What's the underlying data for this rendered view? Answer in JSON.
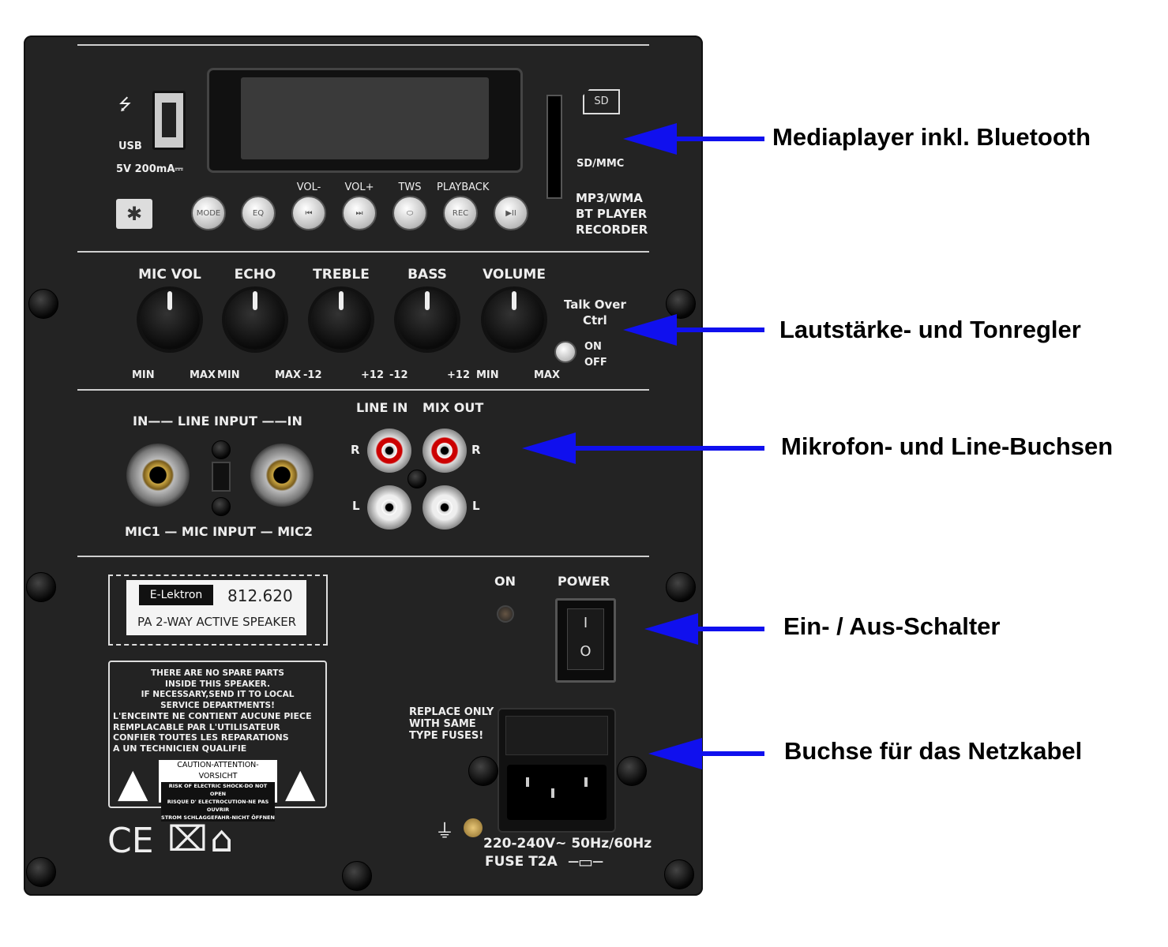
{
  "media": {
    "usb": "USB",
    "usb_power": "5V 200mA⎓",
    "sd": "SD",
    "sd_mmc": "SD/MMC",
    "player": [
      "MP3/WMA",
      "BT PLAYER",
      "RECORDER"
    ],
    "buttons": [
      {
        "top": "",
        "label": "MODE"
      },
      {
        "top": "",
        "label": "EQ"
      },
      {
        "top": "VOL-",
        "label": "⏮"
      },
      {
        "top": "VOL+",
        "label": "⏭"
      },
      {
        "top": "TWS",
        "label": "⬭"
      },
      {
        "top": "PLAYBACK",
        "label": "REC"
      },
      {
        "top": "",
        "label": "▶II"
      }
    ],
    "bluetooth": "✱"
  },
  "controls": {
    "knobs": [
      "MIC VOL",
      "ECHO",
      "TREBLE",
      "BASS",
      "VOLUME"
    ],
    "scale": [
      "MIN",
      "MAX",
      "MIN",
      "MAX",
      "-12",
      "+12",
      "-12",
      "+12",
      "MIN",
      "MAX"
    ],
    "talk_over": "Talk Over",
    "ctrl": "Ctrl",
    "on": "ON",
    "off": "OFF"
  },
  "inputs": {
    "line_input": "IN—— LINE INPUT ——IN",
    "mic_input": "MIC1 — MIC INPUT — MIC2",
    "line_in": "LINE IN",
    "mix_out": "MIX OUT",
    "r": "R",
    "l": "L"
  },
  "label": {
    "brand": "E-Lektron",
    "model": "812.620",
    "desc": "PA 2-WAY ACTIVE SPEAKER"
  },
  "warning": {
    "en": [
      "THERE ARE NO SPARE PARTS",
      "INSIDE THIS SPEAKER.",
      "IF NECESSARY,SEND IT TO LOCAL",
      "SERVICE DEPARTMENTS!"
    ],
    "fr": [
      "L'ENCEINTE NE CONTIENT AUCUNE PIECE",
      "REMPLACABLE PAR L'UTILISATEUR",
      "CONFIER TOUTES LES REPARATIONS",
      "A UN TECHNICIEN QUALIFIE"
    ],
    "caution": "CAUTION-ATTENTION-VORSICHT",
    "risk": [
      "RISK OF ELECTRIC SHOCK-DO NOT OPEN",
      "RISQUE D' ELECTROCUTION-NE PAS OUVRIR",
      "STROM SCHLAGGEFAHR-NICHT ÖFFNEN"
    ],
    "ce": "CE"
  },
  "power": {
    "on": "ON",
    "power": "POWER",
    "i": "I",
    "o": "O",
    "replace": [
      "REPLACE ONLY",
      "WITH SAME",
      "TYPE FUSES!"
    ],
    "voltage": "220-240V~ 50Hz/60Hz",
    "fuse": "FUSE T2A"
  },
  "annotations": [
    "Mediaplayer inkl. Bluetooth",
    "Lautstärke- und Tonregler",
    "Mikrofon- und Line-Buchsen",
    "Ein- / Aus-Schalter",
    "Buchse für das Netzkabel"
  ],
  "colors": {
    "arrow": "#1010ee",
    "panel": "#232323"
  }
}
